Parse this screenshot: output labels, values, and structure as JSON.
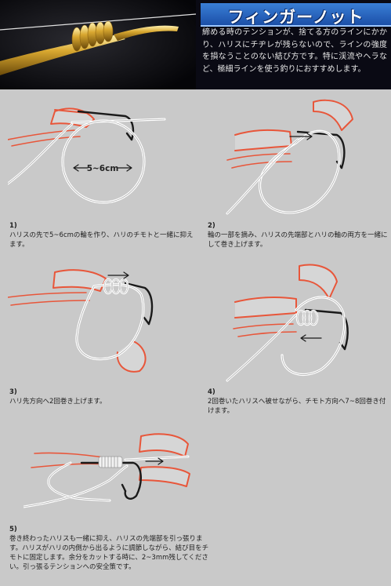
{
  "header": {
    "title": "フィンガーノット",
    "description": "締める時のテンションが、捨てる方のラインにかかり、ハリスにチヂレが残らないので、ラインの強度を損なうことのない結び方です。特に渓流やヘラなど、極細ラインを使う釣りにおすすめします。"
  },
  "diagram_labels": {
    "loop_size": "5~6cm"
  },
  "steps": [
    {
      "num": "1)",
      "text": "ハリスの先で5~6cmの輪を作り、ハリのチモトと一緒に抑えます。"
    },
    {
      "num": "2)",
      "text": "輪の一部を摘み、ハリスの先端部とハリの軸の両方を一緒にして巻き上げます。"
    },
    {
      "num": "3)",
      "text": "ハリ先方向へ2回巻き上げます。"
    },
    {
      "num": "4)",
      "text": "2回巻いたハリスへ被せながら、チモト方向へ7~8回巻き付けます。"
    },
    {
      "num": "5)",
      "text": "巻き終わったハリスも一緒に抑え、ハリスの先端部を引っ張ります。ハリスがハリの内側から出るように調節しながら、結び目をチモトに固定します。余分をカットする時に、2~3mm残してください。引っ張るテンションへの安全策です。"
    }
  ],
  "colors": {
    "background": "#c9c9c9",
    "header_bg": "#0a0a14",
    "title_band": "#2a66c4",
    "finger_outline": "#e8563a",
    "line": "#ffffff",
    "hook": "#1a1a1a"
  }
}
